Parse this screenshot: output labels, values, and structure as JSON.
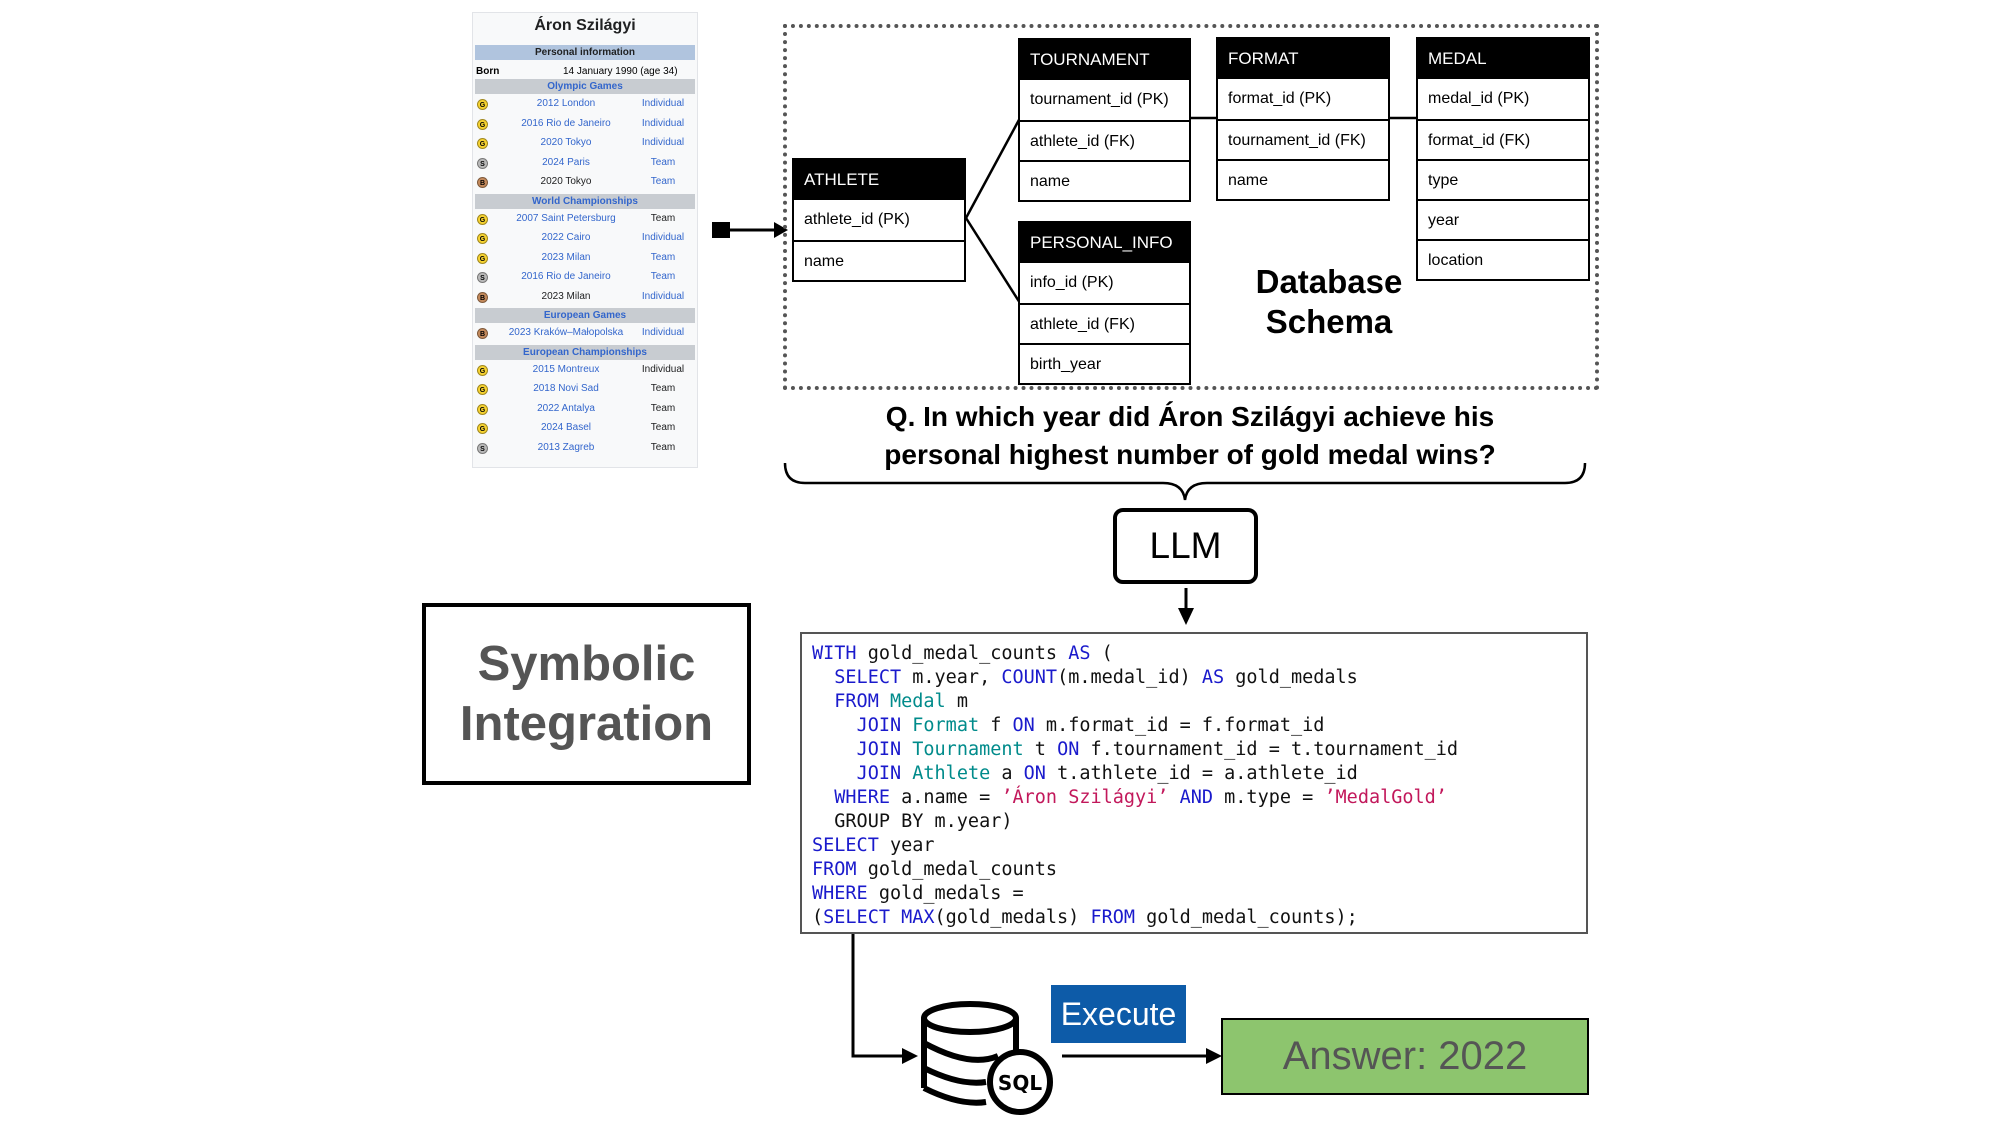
{
  "infobox": {
    "title": "Áron Szilágyi",
    "personal_header": "Personal information",
    "born_label": "Born",
    "born_value": "14 January 1990 (age 34)",
    "sections": [
      {
        "header": "Olympic Games",
        "rows": [
          {
            "medal": "G",
            "event": "2012 London",
            "type": "Individual",
            "linked": true
          },
          {
            "medal": "G",
            "event": "2016 Rio de Janeiro",
            "type": "Individual",
            "linked": true
          },
          {
            "medal": "G",
            "event": "2020 Tokyo",
            "type": "Individual",
            "linked": true
          },
          {
            "medal": "S",
            "event": "2024 Paris",
            "type": "Team",
            "linked": true
          },
          {
            "medal": "B",
            "event": "2020 Tokyo",
            "type": "Team",
            "linked": false,
            "type_linked": true
          }
        ]
      },
      {
        "header": "World Championships",
        "rows": [
          {
            "medal": "G",
            "event": "2007 Saint Petersburg",
            "type": "Team",
            "linked": true,
            "type_linked": false
          },
          {
            "medal": "G",
            "event": "2022 Cairo",
            "type": "Individual",
            "linked": true
          },
          {
            "medal": "G",
            "event": "2023 Milan",
            "type": "Team",
            "linked": true
          },
          {
            "medal": "S",
            "event": "2016 Rio de Janeiro",
            "type": "Team",
            "linked": true
          },
          {
            "medal": "B",
            "event": "2023 Milan",
            "type": "Individual",
            "linked": false,
            "type_linked": true
          }
        ]
      },
      {
        "header": "European Games",
        "rows": [
          {
            "medal": "B",
            "event": "2023 Kraków–Małopolska",
            "type": "Individual",
            "linked": true
          }
        ]
      },
      {
        "header": "European Championships",
        "rows": [
          {
            "medal": "G",
            "event": "2015 Montreux",
            "type": "Individual",
            "linked": true,
            "type_linked": false
          },
          {
            "medal": "G",
            "event": "2018 Novi Sad",
            "type": "Team",
            "linked": true,
            "type_linked": false
          },
          {
            "medal": "G",
            "event": "2022 Antalya",
            "type": "Team",
            "linked": true,
            "type_linked": false
          },
          {
            "medal": "G",
            "event": "2024 Basel",
            "type": "Team",
            "linked": true,
            "type_linked": false
          },
          {
            "medal": "S",
            "event": "2013 Zagreb",
            "type": "Team",
            "linked": true,
            "type_linked": false
          }
        ]
      }
    ]
  },
  "schema": {
    "title": "Database Schema",
    "tables": {
      "athlete": {
        "name": "ATHLETE",
        "fields": [
          "athlete_id (PK)",
          "name"
        ]
      },
      "tournament": {
        "name": "TOURNAMENT",
        "fields": [
          "tournament_id (PK)",
          "athlete_id (FK)",
          "name"
        ]
      },
      "personal_info": {
        "name": "PERSONAL_INFO",
        "fields": [
          "info_id (PK)",
          "athlete_id (FK)",
          "birth_year"
        ]
      },
      "format": {
        "name": "FORMAT",
        "fields": [
          "format_id (PK)",
          "tournament_id (FK)",
          "name"
        ]
      },
      "medal": {
        "name": "MEDAL",
        "fields": [
          "medal_id (PK)",
          "format_id (FK)",
          "type",
          "year",
          "location"
        ]
      }
    }
  },
  "question": {
    "line1": "Q. In which year did Áron Szilágyi achieve his",
    "line2": "personal highest number of gold medal wins?"
  },
  "llm_label": "LLM",
  "symbolic": {
    "line1": "Symbolic",
    "line2": "Integration"
  },
  "sql_lines": [
    [
      [
        "k",
        "WITH"
      ],
      [
        "p",
        " gold_medal_counts "
      ],
      [
        "k",
        "AS"
      ],
      [
        "p",
        " ("
      ]
    ],
    [
      [
        "p",
        "  "
      ],
      [
        "k",
        "SELECT"
      ],
      [
        "p",
        " m.year, "
      ],
      [
        "k",
        "COUNT"
      ],
      [
        "p",
        "(m.medal_id) "
      ],
      [
        "k",
        "AS"
      ],
      [
        "p",
        " gold_medals"
      ]
    ],
    [
      [
        "p",
        "  "
      ],
      [
        "k",
        "FROM"
      ],
      [
        "p",
        " "
      ],
      [
        "t",
        "Medal"
      ],
      [
        "p",
        " m"
      ]
    ],
    [
      [
        "p",
        "    "
      ],
      [
        "k",
        "JOIN"
      ],
      [
        "p",
        " "
      ],
      [
        "t",
        "Format"
      ],
      [
        "p",
        " f "
      ],
      [
        "k",
        "ON"
      ],
      [
        "p",
        " m.format_id = f.format_id"
      ]
    ],
    [
      [
        "p",
        "    "
      ],
      [
        "k",
        "JOIN"
      ],
      [
        "p",
        " "
      ],
      [
        "t",
        "Tournament"
      ],
      [
        "p",
        " t "
      ],
      [
        "k",
        "ON"
      ],
      [
        "p",
        " f.tournament_id = t.tournament_id"
      ]
    ],
    [
      [
        "p",
        "    "
      ],
      [
        "k",
        "JOIN"
      ],
      [
        "p",
        " "
      ],
      [
        "t",
        "Athlete"
      ],
      [
        "p",
        " a "
      ],
      [
        "k",
        "ON"
      ],
      [
        "p",
        " t.athlete_id = a.athlete_id"
      ]
    ],
    [
      [
        "p",
        "  "
      ],
      [
        "k",
        "WHERE"
      ],
      [
        "p",
        " a.name = "
      ],
      [
        "s",
        "’Áron Szilágyi’"
      ],
      [
        "p",
        " "
      ],
      [
        "k",
        "AND"
      ],
      [
        "p",
        " m.type = "
      ],
      [
        "s",
        "’MedalGold’"
      ]
    ],
    [
      [
        "p",
        "  GROUP BY m.year)"
      ]
    ],
    [
      [
        "k",
        "SELECT"
      ],
      [
        "p",
        " year"
      ]
    ],
    [
      [
        "k",
        "FROM"
      ],
      [
        "p",
        " gold_medal_counts"
      ]
    ],
    [
      [
        "k",
        "WHERE"
      ],
      [
        "p",
        " gold_medals ="
      ]
    ],
    [
      [
        "p",
        "("
      ],
      [
        "k",
        "SELECT MAX"
      ],
      [
        "p",
        "(gold_medals) "
      ],
      [
        "k",
        "FROM"
      ],
      [
        "p",
        " gold_medal_counts);"
      ]
    ]
  ],
  "execute_label": "Execute",
  "database_icon_label": "SQL",
  "answer_label": "Answer: 2022",
  "colors": {
    "keyword": "#1a1acc",
    "table_name": "#008b8b",
    "string": "#c2185b",
    "execute_bg": "#0d5ba8",
    "answer_bg": "#8dc56e"
  }
}
